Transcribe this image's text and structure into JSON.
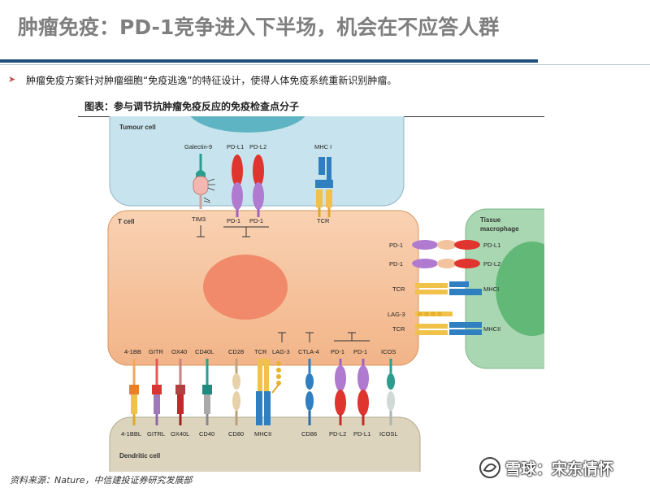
{
  "title": "肿瘤免疫：PD-1竞争进入下半场，机会在不应答人群",
  "bullet_text": "肿瘤免疫方案针对肿瘤细胞“免疫逃逸”的特征设计，使得人体免疫系统重新识别肿瘤。",
  "caption": "图表：参与调节抗肿瘤免疫反应的免疫检查点分子",
  "source": "资料来源：Nature，中信建投证券研究发展部",
  "watermark": "雪球：宋东情怀",
  "colors": {
    "title": "#7f7f7f",
    "rule": "#1f4e79",
    "tumour": "#bfe0ea",
    "tcell": "#f7c49e",
    "macrophage": "#a9d7b1",
    "dendritic": "#d8cfb8"
  },
  "cells": {
    "tumour": "Tumour cell",
    "tcell": "T cell",
    "macrophage": "Tissue macrophage",
    "dendritic": "Dendritic cell"
  },
  "top_labels": {
    "galectin9": "Galectin-9",
    "pdl1": "PD-L1",
    "pdl2": "PD-L2",
    "mhc1": "MHC I",
    "tim3": "TIM3",
    "pd1a": "PD-1",
    "pd1b": "PD-1",
    "tcr": "TCR"
  },
  "right_labels": {
    "r1_left": "PD-1",
    "r1_right": "PD-L1",
    "r2_left": "PD-1",
    "r2_right": "PD-L2",
    "r3_left": "TCR",
    "r3_right": "MHCI",
    "r4_left": "LAG-3",
    "r5_left": "TCR",
    "r5_right": "MHCII"
  },
  "bottom_top_labels": [
    "4-1BB",
    "GITR",
    "OX40",
    "CD40L",
    "CD28",
    "TCR",
    "LAG-3",
    "CTLA-4",
    "PD-1",
    "PD-1",
    "ICOS"
  ],
  "bottom_labels": [
    "4-1BBL",
    "GITRL",
    "OX40L",
    "CD40",
    "CD80",
    "MHCII",
    "CD86",
    "PD-L2",
    "PD-L1",
    "ICOSL"
  ]
}
